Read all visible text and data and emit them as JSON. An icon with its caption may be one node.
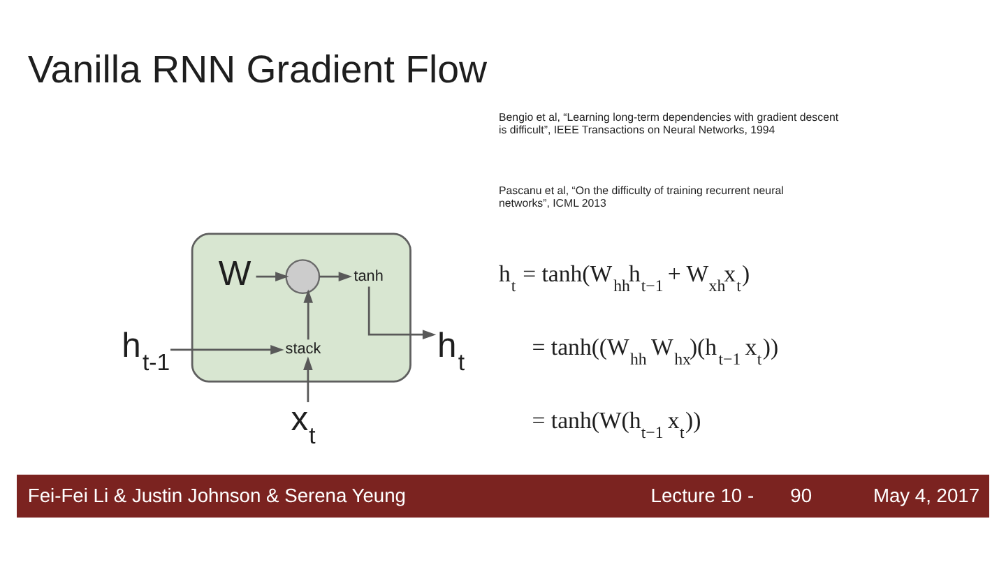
{
  "diagram": {
    "title": "Vanilla RNN Gradient Flow",
    "nodes": [
      {
        "text": [
          "h$_{t-1}$"
        ]
      },
      {
        "text": [],
        "shape": "box"
      },
      {
        "text": [
          "W"
        ],
        "in": 1
      },
      {
        "text": [],
        "shape": "circle",
        "in": 1
      },
      {
        "text": [
          "tanh"
        ],
        "in": 1
      },
      {
        "text": [
          "stack"
        ],
        "in": 1
      },
      {
        "text": [
          "h$_{t}$"
        ]
      },
      {
        "text": [
          "x$_{t}$"
        ]
      },
      {
        "text": [
          "Fei-Fei Li & Justin Johnson & Serena Yeung",
          "Lecture 10 -",
          "90",
          "May 4, 2017"
        ]
      }
    ],
    "edges": [
      {
        "from": 2,
        "to": 3,
        "arrow": "to"
      },
      {
        "from": 3,
        "to": 4,
        "arrow": "to"
      },
      {
        "from": 0,
        "to": 5,
        "arrow": "to"
      },
      {
        "from": 5,
        "to": 3,
        "arrow": "to"
      },
      {
        "from": 4,
        "to": 6,
        "arrow": "to"
      },
      {
        "from": 7,
        "to": 5,
        "arrow": "to"
      }
    ],
    "labels": [
      "Bengio et al, “Learning long-term dependencies with gradient descent is difficult”, IEEE Transactions on Neural Networks, 1994",
      "Pascanu et al, “On the difficulty of training recurrent neural networks”, ICML 2013",
      "h$_{t}$ = tanh(W$_{hh}$h$_{t−1}$ + W$_{xh}$x$_{t}$)",
      "= tanh((W$_{hh}$ W$_{hx}$)(h$_{t−1}$ x$_{t}$))",
      "= tanh(W(h$_{t−1}$ x$_{t}$))"
    ]
  }
}
